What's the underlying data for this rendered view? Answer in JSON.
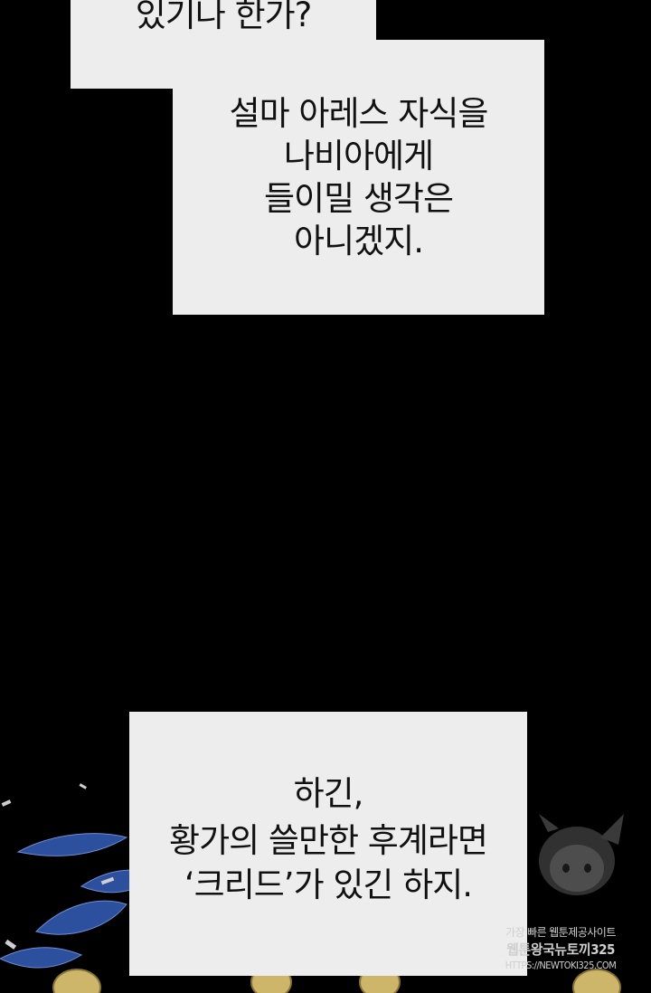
{
  "bubbles": [
    {
      "lines": [
        "있기나 한가?"
      ]
    },
    {
      "lines": [
        "설마 아레스 자식을",
        "나비아에게",
        "들이밀 생각은",
        "아니겠지."
      ]
    },
    {
      "lines": [
        "하긴,",
        "황가의 쓸만한 후계라면",
        "‘크리드’가 있긴 하지."
      ]
    }
  ],
  "watermark": {
    "line1": "가장 빠른 웹툰제공사이트",
    "line2": "웹툰왕국뉴토끼325",
    "line3": "HTTPS://NEWTOKI325.COM"
  },
  "colors": {
    "background": "#000000",
    "bubble": "#ededed",
    "text": "#111111",
    "leaf_blue": "#2f55a8",
    "ornament_gold": "#d9c47a"
  }
}
